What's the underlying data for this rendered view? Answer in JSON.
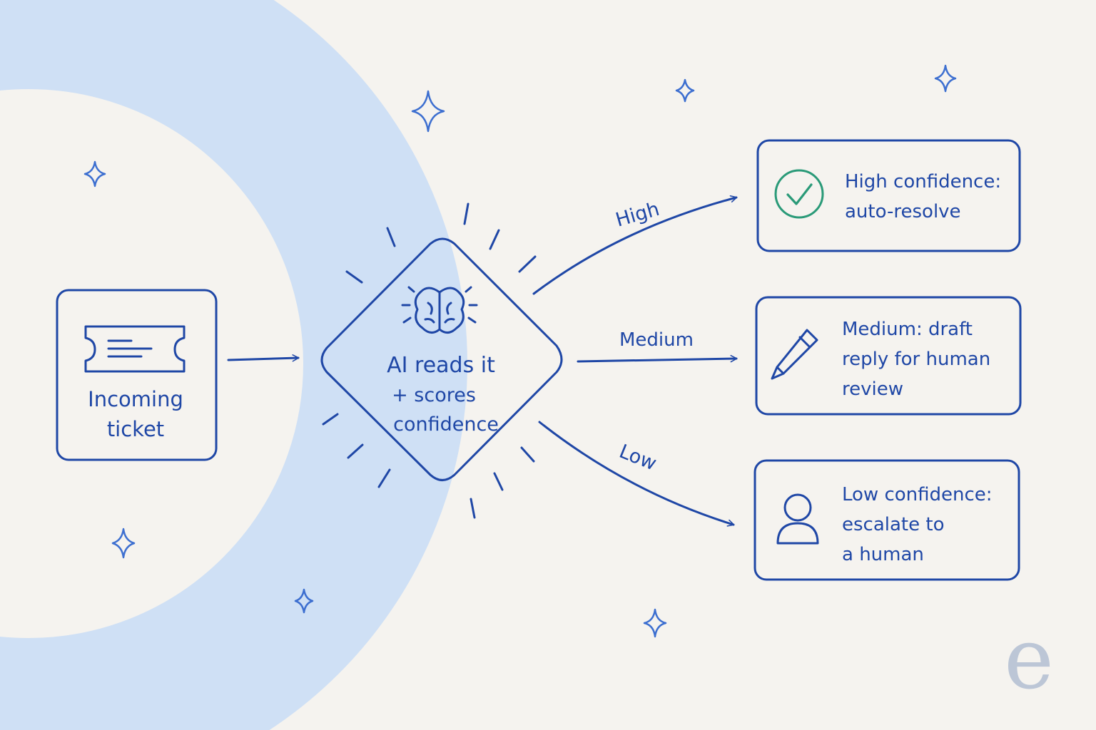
{
  "colors": {
    "background": "#f5f3ef",
    "band": "#cfe0f5",
    "ink": "#1f47a6",
    "check": "#2a9a78",
    "watermark": "#bcc6d6"
  },
  "input": {
    "label_line1": "Incoming",
    "label_line2": "ticket",
    "icon": "ticket-icon"
  },
  "decision": {
    "line1": "AI reads it",
    "line2": "+ scores",
    "line3": "confidence",
    "icon": "brain-icon"
  },
  "branches": [
    {
      "edge_label": "High",
      "icon": "check-circle-icon",
      "lines": [
        "High confidence:",
        "auto-resolve"
      ]
    },
    {
      "edge_label": "Medium",
      "icon": "pencil-icon",
      "lines": [
        "Medium: draft",
        "reply for human",
        "review"
      ]
    },
    {
      "edge_label": "Low",
      "icon": "person-icon",
      "lines": [
        "Low confidence:",
        "escalate to",
        "a human"
      ]
    }
  ],
  "watermark": {
    "letter": "e"
  }
}
